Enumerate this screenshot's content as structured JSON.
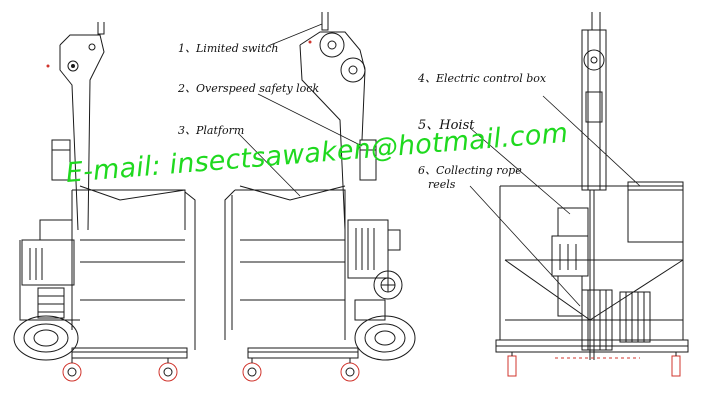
{
  "labels": {
    "limited_switch": "1、Limited switch",
    "overspeed_lock": "2、Overspeed safety lock",
    "platform": "3、Platform",
    "control_box": "4、Electric control box",
    "hoist": "5、Hoist",
    "collecting_rope_line1": "6、Collecting rope",
    "collecting_rope_line2": "reels"
  },
  "watermark": "E-mail: insectsawaken@hotmail.com",
  "colors": {
    "line": "#1a1a1a",
    "watermark": "#1fd91f",
    "wheel_red": "#d0342c"
  }
}
